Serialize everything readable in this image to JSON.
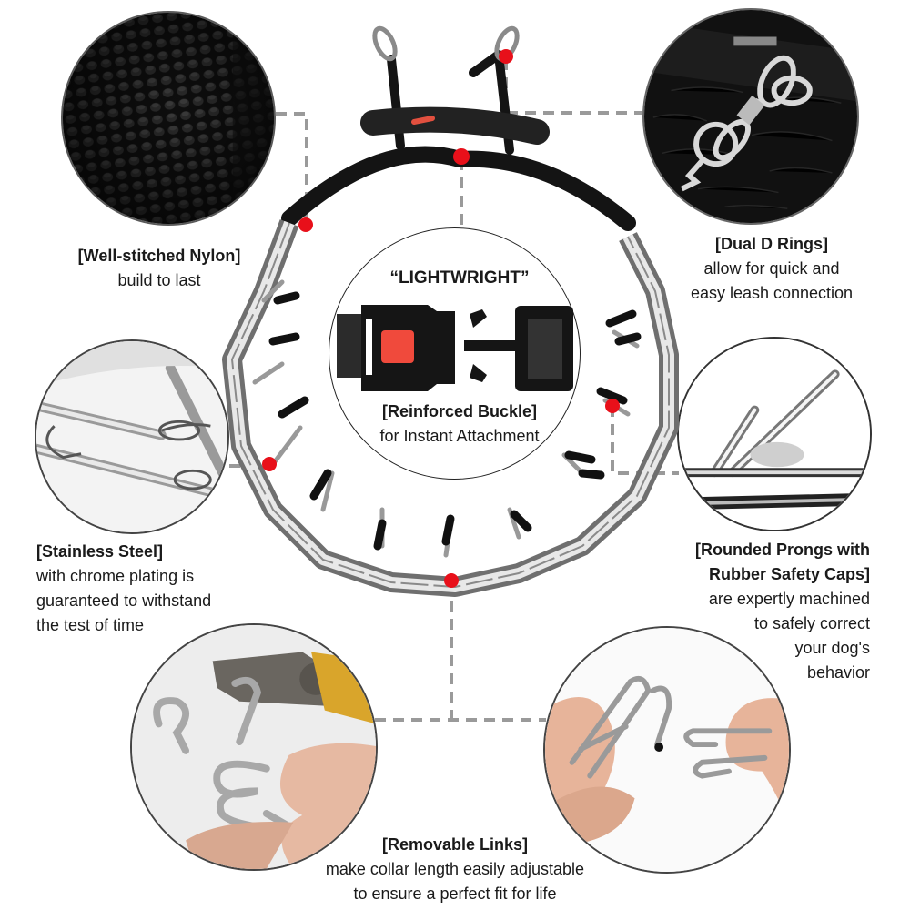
{
  "infographic": {
    "product": "Prong training dog collar",
    "colors": {
      "marker_red": "#e8101a",
      "connector_gray": "#9a9a9a",
      "circle_border": "#555555",
      "text": "#1a1a1a",
      "nylon_black": "#141414",
      "buckle_button_red": "#f04a3c"
    },
    "features": {
      "nylon": {
        "title": "[Well-stitched Nylon]",
        "lines": [
          "build to last"
        ],
        "image": "black-nylon-weave-closeup"
      },
      "rings": {
        "title": "[Dual D Rings]",
        "lines": [
          "allow for quick and",
          "easy leash connection"
        ],
        "image": "d-rings-on-dog-fur"
      },
      "buckle": {
        "quote": "“LIGHTWRIGHT”",
        "title": "[Reinforced Buckle]",
        "lines": [
          "for Instant Attachment"
        ],
        "image": "quick-release-buckle"
      },
      "steel": {
        "title": "[Stainless Steel]",
        "lines": [
          "with chrome plating is",
          "guaranteed to withstand",
          "the test of time"
        ],
        "image": "chrome-chain-links-closeup"
      },
      "prongs": {
        "title_lines": [
          "[Rounded Prongs with",
          "Rubber Safety Caps]"
        ],
        "lines": [
          "are expertly machined",
          "to safely correct",
          "your dog's",
          "behavior"
        ],
        "image": "rounded-prong-closeup"
      },
      "links": {
        "title": "[Removable Links]",
        "lines": [
          "make collar length easily adjustable",
          "to ensure a perfect fit for life"
        ],
        "images": [
          "pliers-removing-link",
          "hands-separating-links"
        ]
      }
    }
  }
}
